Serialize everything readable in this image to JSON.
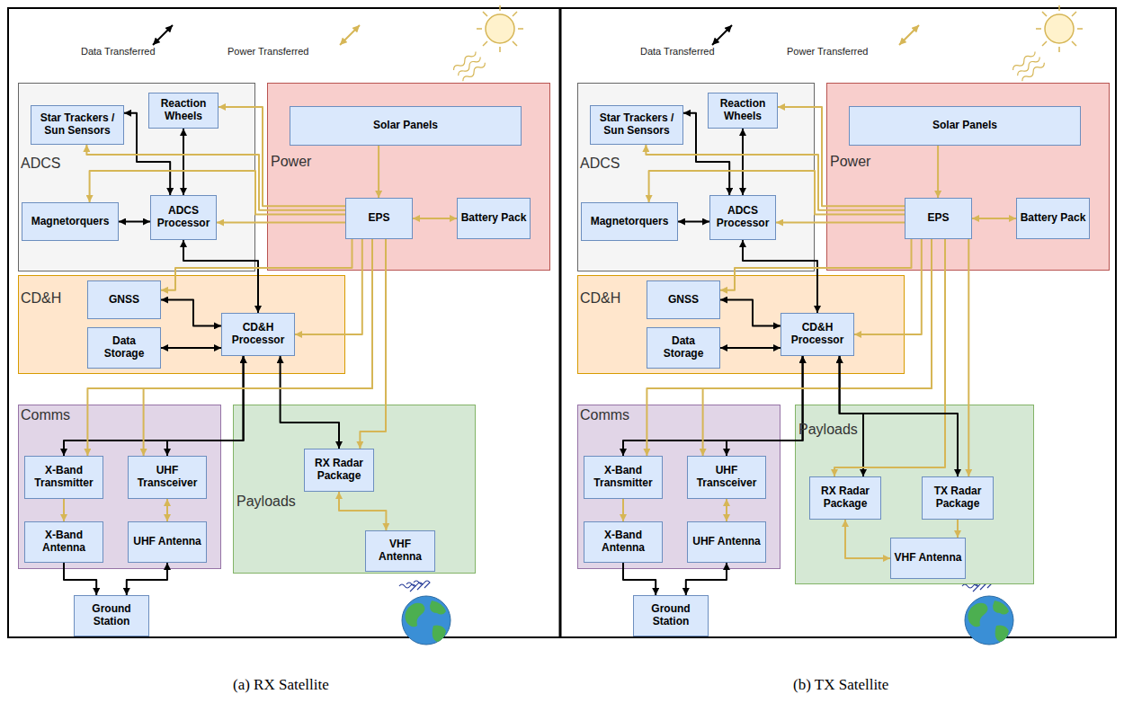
{
  "diagram": {
    "nodes": [
      {
        "text": [
          "ADCS"
        ]
      },
      {
        "text": [
          "Star Trackers / Sun Sensors"
        ],
        "in": 0
      },
      {
        "text": [
          "Reaction Wheels"
        ],
        "in": 0
      },
      {
        "text": [
          "Magnetorquers"
        ],
        "in": 0
      },
      {
        "text": [
          "ADCS Processor"
        ],
        "in": 0
      },
      {
        "text": [
          "Power"
        ]
      },
      {
        "text": [
          "Solar Panels"
        ],
        "in": 5
      },
      {
        "text": [
          "EPS"
        ],
        "in": 5
      },
      {
        "text": [
          "Battery Pack"
        ],
        "in": 5
      },
      {
        "text": [
          "CD&H"
        ]
      },
      {
        "text": [
          "GNSS"
        ],
        "in": 9
      },
      {
        "text": [
          "Data Storage"
        ],
        "in": 9
      },
      {
        "text": [
          "CD&H Processor"
        ],
        "in": 9
      },
      {
        "text": [
          "Comms"
        ]
      },
      {
        "text": [
          "X-Band Transmitter"
        ],
        "in": 13
      },
      {
        "text": [
          "UHF Transceiver"
        ],
        "in": 13
      },
      {
        "text": [
          "X-Band Antenna"
        ],
        "in": 13
      },
      {
        "text": [
          "UHF Antenna"
        ],
        "in": 13
      },
      {
        "text": [
          "Payloads"
        ]
      },
      {
        "text": [
          "RX Radar Package"
        ],
        "in": 18
      },
      {
        "text": [
          "VHF Antenna"
        ],
        "in": 18
      },
      {
        "text": [
          "Ground Station"
        ]
      },
      {
        "text": [
          "ADCS"
        ]
      },
      {
        "text": [
          "Star Trackers / Sun Sensors"
        ],
        "in": 22
      },
      {
        "text": [
          "Reaction Wheels"
        ],
        "in": 22
      },
      {
        "text": [
          "Magnetorquers"
        ],
        "in": 22
      },
      {
        "text": [
          "ADCS Processor"
        ],
        "in": 22
      },
      {
        "text": [
          "Power"
        ]
      },
      {
        "text": [
          "Solar Panels"
        ],
        "in": 27
      },
      {
        "text": [
          "EPS"
        ],
        "in": 27
      },
      {
        "text": [
          "Battery Pack"
        ],
        "in": 27
      },
      {
        "text": [
          "CD&H"
        ]
      },
      {
        "text": [
          "GNSS"
        ],
        "in": 31
      },
      {
        "text": [
          "Data Storage"
        ],
        "in": 31
      },
      {
        "text": [
          "CD&H Processor"
        ],
        "in": 31
      },
      {
        "text": [
          "Comms"
        ]
      },
      {
        "text": [
          "X-Band Transmitter"
        ],
        "in": 35
      },
      {
        "text": [
          "UHF Transceiver"
        ],
        "in": 35
      },
      {
        "text": [
          "X-Band Antenna"
        ],
        "in": 35
      },
      {
        "text": [
          "UHF Antenna"
        ],
        "in": 35
      },
      {
        "text": [
          "Payloads"
        ]
      },
      {
        "text": [
          "RX Radar Package"
        ],
        "in": 40
      },
      {
        "text": [
          "TX Radar Package"
        ],
        "in": 40
      },
      {
        "text": [
          "VHF Antenna"
        ],
        "in": 40
      },
      {
        "text": [
          "Ground Station"
        ]
      }
    ],
    "edges": [
      {
        "from": 1,
        "to": 4,
        "arrow": "both"
      },
      {
        "from": 2,
        "to": 4,
        "arrow": "both"
      },
      {
        "from": 3,
        "to": 4,
        "arrow": "both"
      },
      {
        "from": 4,
        "to": 12,
        "arrow": "both"
      },
      {
        "from": 10,
        "to": 12,
        "arrow": "both"
      },
      {
        "from": 11,
        "to": 12,
        "arrow": "both"
      },
      {
        "from": 12,
        "to": 14,
        "arrow": "both"
      },
      {
        "from": 12,
        "to": 15,
        "arrow": "both"
      },
      {
        "from": 12,
        "to": 19,
        "arrow": "both"
      },
      {
        "from": 16,
        "to": 21,
        "arrow": "to"
      },
      {
        "from": 17,
        "to": 21,
        "arrow": "both"
      },
      {
        "from": 6,
        "to": 7,
        "arrow": "to"
      },
      {
        "from": 8,
        "to": 7,
        "arrow": "both"
      },
      {
        "from": 7,
        "to": 1,
        "arrow": "to"
      },
      {
        "from": 7,
        "to": 2,
        "arrow": "to"
      },
      {
        "from": 7,
        "to": 3,
        "arrow": "to"
      },
      {
        "from": 7,
        "to": 4,
        "arrow": "to"
      },
      {
        "from": 7,
        "to": 10,
        "arrow": "to"
      },
      {
        "from": 7,
        "to": 12,
        "arrow": "to"
      },
      {
        "from": 7,
        "to": 14,
        "arrow": "to"
      },
      {
        "from": 7,
        "to": 15,
        "arrow": "to"
      },
      {
        "from": 7,
        "to": 19,
        "arrow": "to"
      },
      {
        "from": 14,
        "to": 16,
        "arrow": "to"
      },
      {
        "from": 15,
        "to": 17,
        "arrow": "both"
      },
      {
        "from": 19,
        "to": 20,
        "arrow": "both"
      },
      {
        "from": 23,
        "to": 26,
        "arrow": "both"
      },
      {
        "from": 24,
        "to": 26,
        "arrow": "both"
      },
      {
        "from": 25,
        "to": 26,
        "arrow": "both"
      },
      {
        "from": 26,
        "to": 34,
        "arrow": "both"
      },
      {
        "from": 32,
        "to": 34,
        "arrow": "both"
      },
      {
        "from": 33,
        "to": 34,
        "arrow": "both"
      },
      {
        "from": 34,
        "to": 36,
        "arrow": "both"
      },
      {
        "from": 34,
        "to": 37,
        "arrow": "both"
      },
      {
        "from": 34,
        "to": 41,
        "arrow": "both"
      },
      {
        "from": 38,
        "to": 44,
        "arrow": "to"
      },
      {
        "from": 39,
        "to": 44,
        "arrow": "both"
      },
      {
        "from": 28,
        "to": 29,
        "arrow": "to"
      },
      {
        "from": 30,
        "to": 29,
        "arrow": "both"
      },
      {
        "from": 29,
        "to": 23,
        "arrow": "to"
      },
      {
        "from": 29,
        "to": 24,
        "arrow": "to"
      },
      {
        "from": 29,
        "to": 25,
        "arrow": "to"
      },
      {
        "from": 29,
        "to": 26,
        "arrow": "to"
      },
      {
        "from": 29,
        "to": 32,
        "arrow": "to"
      },
      {
        "from": 29,
        "to": 34,
        "arrow": "to"
      },
      {
        "from": 29,
        "to": 36,
        "arrow": "to"
      },
      {
        "from": 29,
        "to": 37,
        "arrow": "to"
      },
      {
        "from": 29,
        "to": 41,
        "arrow": "to"
      },
      {
        "from": 36,
        "to": 38,
        "arrow": "to"
      },
      {
        "from": 37,
        "to": 39,
        "arrow": "both"
      },
      {
        "from": 41,
        "to": 43,
        "arrow": "both"
      },
      {
        "from": 34,
        "to": 42,
        "arrow": "both"
      },
      {
        "from": 29,
        "to": 42,
        "arrow": "to"
      },
      {
        "from": 42,
        "to": 43,
        "arrow": "to"
      }
    ],
    "labels": [
      "(a) RX Satellite",
      "(b) TX Satellite"
    ],
    "legend": [
      {
        "text": "Data Transferred"
      },
      {
        "text": "Power Transferred"
      },
      {
        "text": "Data Transferred"
      },
      {
        "text": "Power Transferred"
      }
    ]
  }
}
